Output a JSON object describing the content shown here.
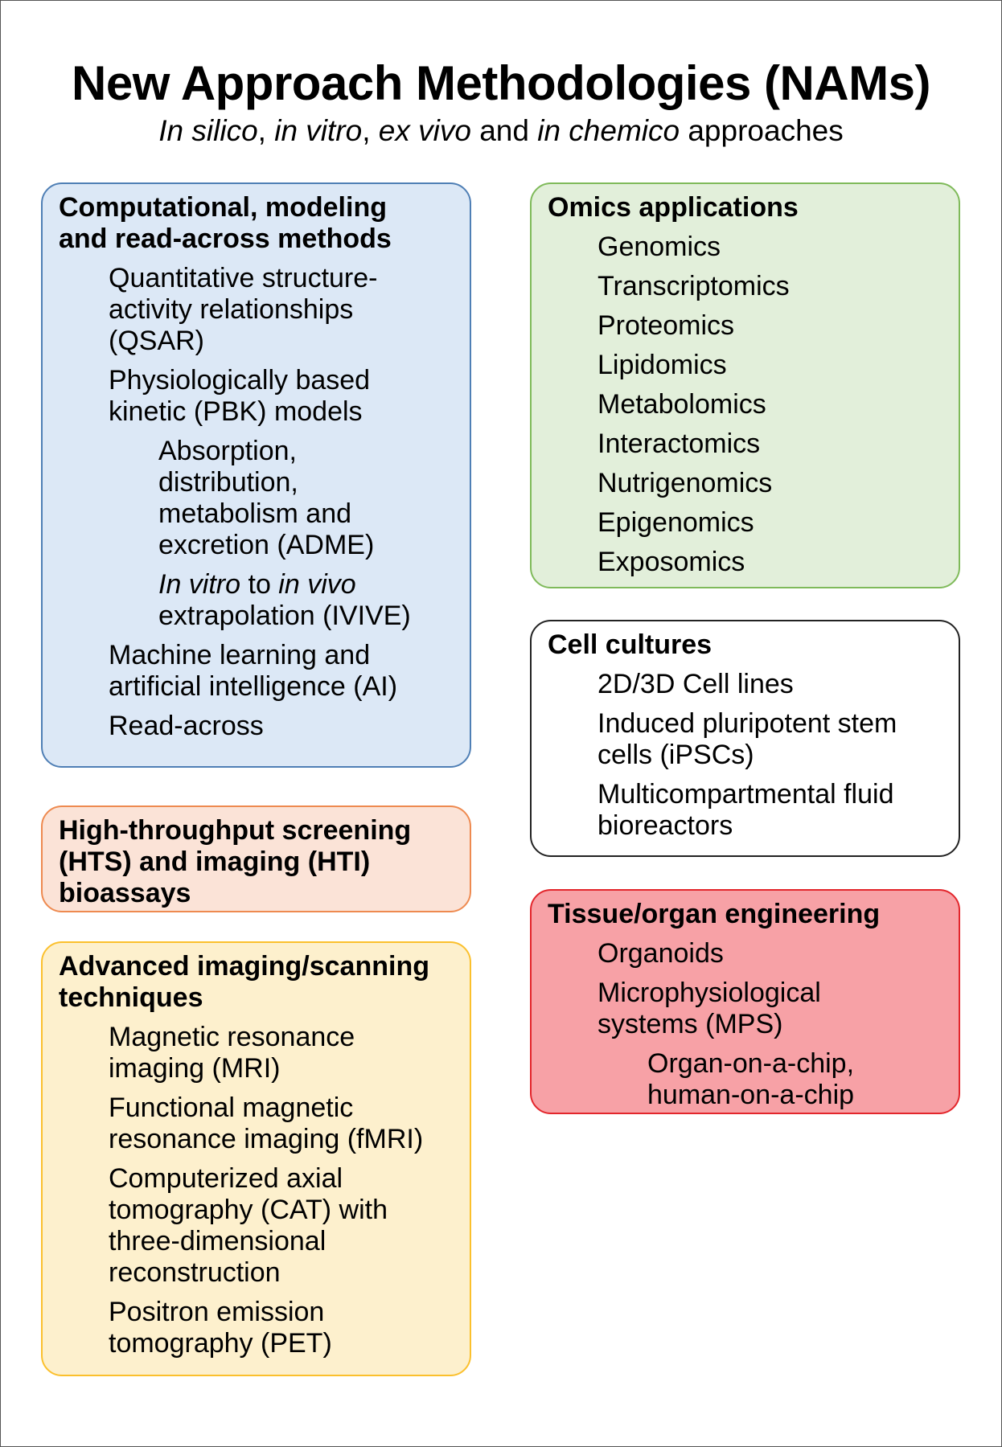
{
  "title": "New Approach Methodologies (NAMs)",
  "subtitle": {
    "part1": "In silico",
    "sep1": ", ",
    "part2": "in vitro",
    "sep2": ", ",
    "part3": "ex vivo",
    "sep3": " and ",
    "part4": "in chemico",
    "sep4": " approaches"
  },
  "colors": {
    "blue_fill": "#dce8f6",
    "blue_border": "#4f7fb5",
    "orange_fill": "#fbe3d7",
    "orange_border": "#ee8a50",
    "yellow_fill": "#fdf0cd",
    "yellow_border": "#fbc02d",
    "green_fill": "#e2efda",
    "green_border": "#7fba5a",
    "white_fill": "#ffffff",
    "black_border": "#222222",
    "red_fill": "#f7a1a6",
    "red_border": "#e3262c"
  },
  "computational": {
    "heading": "Computational, modeling and read-across methods",
    "qsar": "Quantitative structure-activity relationships (QSAR)",
    "pbk": "Physiologically based kinetic (PBK) models",
    "adme": "Absorption, distribution, metabolism and excretion (ADME)",
    "ivive_italic1": "In vitro",
    "ivive_to": " to ",
    "ivive_italic2": "in vivo",
    "ivive_rest": " extrapolation (IVIVE)",
    "ml": "Machine learning and artificial intelligence (AI)",
    "readacross": "Read-across"
  },
  "hts": {
    "heading": "High-throughput screening (HTS) and imaging (HTI) bioassays"
  },
  "imaging": {
    "heading": "Advanced imaging/scanning techniques",
    "mri": "Magnetic resonance imaging (MRI)",
    "fmri": "Functional magnetic resonance imaging (fMRI)",
    "cat": "Computerized axial tomography (CAT) with three-dimensional reconstruction",
    "pet": "Positron emission tomography (PET)"
  },
  "omics": {
    "heading": "Omics applications",
    "items": [
      "Genomics",
      "Transcriptomics",
      "Proteomics",
      "Lipidomics",
      "Metabolomics",
      "Interactomics",
      "Nutrigenomics",
      "Epigenomics",
      "Exposomics"
    ]
  },
  "cells": {
    "heading": "Cell cultures",
    "lines": "2D/3D Cell lines",
    "ipsc": "Induced pluripotent stem cells (iPSCs)",
    "bioreactors": "Multicompartmental fluid bioreactors"
  },
  "tissue": {
    "heading": "Tissue/organ engineering",
    "organoids": "Organoids",
    "mps": "Microphysiological systems (MPS)",
    "chip": "Organ-on-a-chip, human-on-a-chip"
  }
}
